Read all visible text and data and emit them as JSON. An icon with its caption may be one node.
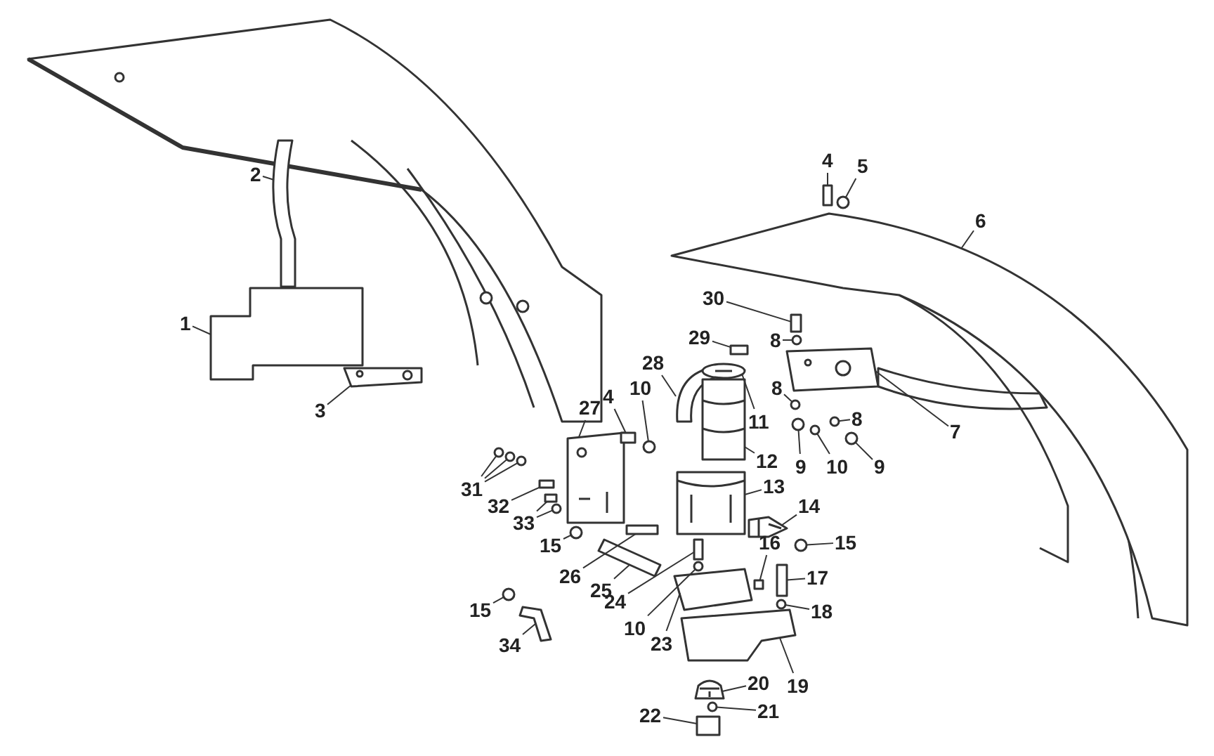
{
  "diagram": {
    "nodes": [
      {
        "text": [
          "2"
        ]
      },
      {
        "text": [
          "4"
        ]
      },
      {
        "text": [
          "5"
        ]
      },
      {
        "text": [
          "6"
        ]
      },
      {
        "text": [
          "30"
        ]
      },
      {
        "text": [
          "1"
        ]
      },
      {
        "text": [
          "8"
        ]
      },
      {
        "text": [
          "29"
        ]
      },
      {
        "text": [
          "28"
        ]
      },
      {
        "text": [
          "10"
        ]
      },
      {
        "text": [
          "4"
        ]
      },
      {
        "text": [
          "8"
        ]
      },
      {
        "text": [
          "3"
        ]
      },
      {
        "text": [
          "27"
        ]
      },
      {
        "text": [
          "11"
        ]
      },
      {
        "text": [
          "7"
        ]
      },
      {
        "text": [
          "8"
        ]
      },
      {
        "text": [
          "12"
        ]
      },
      {
        "text": [
          "9"
        ]
      },
      {
        "text": [
          "10"
        ]
      },
      {
        "text": [
          "9"
        ]
      },
      {
        "text": [
          "13"
        ]
      },
      {
        "text": [
          "31"
        ]
      },
      {
        "text": [
          "32"
        ]
      },
      {
        "text": [
          "14"
        ]
      },
      {
        "text": [
          "33"
        ]
      },
      {
        "text": [
          "15"
        ]
      },
      {
        "text": [
          "15"
        ]
      },
      {
        "text": [
          "16"
        ]
      },
      {
        "text": [
          "26"
        ]
      },
      {
        "text": [
          "17"
        ]
      },
      {
        "text": [
          "25"
        ]
      },
      {
        "text": [
          "24"
        ]
      },
      {
        "text": [
          "15"
        ]
      },
      {
        "text": [
          "18"
        ]
      },
      {
        "text": [
          "10"
        ]
      },
      {
        "text": [
          "23"
        ]
      },
      {
        "text": [
          "34"
        ]
      },
      {
        "text": [
          "20"
        ]
      },
      {
        "text": [
          "19"
        ]
      },
      {
        "text": [
          "21"
        ]
      },
      {
        "text": [
          "22"
        ]
      },
      {
        "text": [],
        "shape": "picture"
      },
      {
        "text": [],
        "shape": "box"
      },
      {
        "text": [],
        "shape": "circle"
      },
      {
        "text": [],
        "shape": "picture"
      },
      {
        "text": [],
        "shape": "box"
      },
      {
        "text": [],
        "shape": "picture"
      },
      {
        "text": [],
        "shape": "circle"
      },
      {
        "text": [],
        "shape": "box"
      },
      {
        "text": [],
        "shape": "picture"
      },
      {
        "text": [],
        "shape": "circle"
      },
      {
        "text": [],
        "shape": "box"
      },
      {
        "text": [],
        "shape": "circle"
      },
      {
        "text": [],
        "shape": "picture"
      },
      {
        "text": [],
        "shape": "picture"
      },
      {
        "text": [],
        "shape": "picture"
      },
      {
        "text": [],
        "shape": "picture"
      },
      {
        "text": [],
        "shape": "circle"
      },
      {
        "text": [],
        "shape": "picture"
      },
      {
        "text": [],
        "shape": "circle"
      },
      {
        "text": [],
        "shape": "circle"
      },
      {
        "text": [],
        "shape": "circle"
      },
      {
        "text": [],
        "shape": "picture"
      },
      {
        "text": [],
        "shape": "circle"
      },
      {
        "text": [],
        "shape": "circle"
      },
      {
        "text": [],
        "shape": "circle"
      },
      {
        "text": [],
        "shape": "box"
      },
      {
        "text": [],
        "shape": "picture"
      },
      {
        "text": [],
        "shape": "circle"
      },
      {
        "text": [],
        "shape": "box"
      },
      {
        "text": [],
        "shape": "circle"
      },
      {
        "text": [],
        "shape": "circle"
      },
      {
        "text": [],
        "shape": "box"
      },
      {
        "text": [],
        "shape": "box"
      },
      {
        "text": [],
        "shape": "box"
      },
      {
        "text": [],
        "shape": "picture"
      },
      {
        "text": [],
        "shape": "box"
      },
      {
        "text": [],
        "shape": "circle"
      },
      {
        "text": [],
        "shape": "circle"
      },
      {
        "text": [],
        "shape": "circle"
      },
      {
        "text": [],
        "shape": "picture"
      },
      {
        "text": [],
        "shape": "picture"
      },
      {
        "text": [],
        "shape": "picture"
      },
      {
        "text": [],
        "shape": "picture"
      },
      {
        "text": [],
        "shape": "circle"
      },
      {
        "text": [],
        "shape": "box"
      }
    ],
    "edges": [
      {
        "from": 0,
        "to": 42,
        "arrow": "none"
      },
      {
        "from": 1,
        "to": 43,
        "arrow": "none"
      },
      {
        "from": 2,
        "to": 44,
        "arrow": "none"
      },
      {
        "from": 3,
        "to": 45,
        "arrow": "none"
      },
      {
        "from": 4,
        "to": 46,
        "arrow": "none"
      },
      {
        "from": 5,
        "to": 47,
        "arrow": "none"
      },
      {
        "from": 6,
        "to": 48,
        "arrow": "none"
      },
      {
        "from": 7,
        "to": 49,
        "arrow": "none"
      },
      {
        "from": 8,
        "to": 50,
        "arrow": "none"
      },
      {
        "from": 9,
        "to": 51,
        "arrow": "none"
      },
      {
        "from": 10,
        "to": 52,
        "arrow": "none"
      },
      {
        "from": 11,
        "to": 53,
        "arrow": "none"
      },
      {
        "from": 12,
        "to": 54,
        "arrow": "none"
      },
      {
        "from": 13,
        "to": 55,
        "arrow": "none"
      },
      {
        "from": 14,
        "to": 56,
        "arrow": "none"
      },
      {
        "from": 15,
        "to": 57,
        "arrow": "none"
      },
      {
        "from": 16,
        "to": 58,
        "arrow": "none"
      },
      {
        "from": 17,
        "to": 59,
        "arrow": "none"
      },
      {
        "from": 18,
        "to": 60,
        "arrow": "none"
      },
      {
        "from": 19,
        "to": 61,
        "arrow": "none"
      },
      {
        "from": 20,
        "to": 62,
        "arrow": "none"
      },
      {
        "from": 21,
        "to": 63,
        "arrow": "none"
      },
      {
        "from": 22,
        "to": 64,
        "arrow": "none"
      },
      {
        "from": 22,
        "to": 65,
        "arrow": "none"
      },
      {
        "from": 22,
        "to": 66,
        "arrow": "none"
      },
      {
        "from": 23,
        "to": 67,
        "arrow": "none"
      },
      {
        "from": 24,
        "to": 68,
        "arrow": "none"
      },
      {
        "from": 25,
        "to": 69,
        "arrow": "none"
      },
      {
        "from": 25,
        "to": 70,
        "arrow": "none"
      },
      {
        "from": 26,
        "to": 71,
        "arrow": "none"
      },
      {
        "from": 27,
        "to": 72,
        "arrow": "none"
      },
      {
        "from": 28,
        "to": 73,
        "arrow": "none"
      },
      {
        "from": 29,
        "to": 74,
        "arrow": "none"
      },
      {
        "from": 30,
        "to": 75,
        "arrow": "none"
      },
      {
        "from": 31,
        "to": 76,
        "arrow": "none"
      },
      {
        "from": 32,
        "to": 77,
        "arrow": "none"
      },
      {
        "from": 33,
        "to": 78,
        "arrow": "none"
      },
      {
        "from": 34,
        "to": 79,
        "arrow": "none"
      },
      {
        "from": 35,
        "to": 80,
        "arrow": "none"
      },
      {
        "from": 36,
        "to": 81,
        "arrow": "none"
      },
      {
        "from": 37,
        "to": 82,
        "arrow": "none"
      },
      {
        "from": 38,
        "to": 83,
        "arrow": "none"
      },
      {
        "from": 39,
        "to": 84,
        "arrow": "none"
      },
      {
        "from": 40,
        "to": 85,
        "arrow": "none"
      },
      {
        "from": 41,
        "to": 86,
        "arrow": "none"
      }
    ]
  }
}
